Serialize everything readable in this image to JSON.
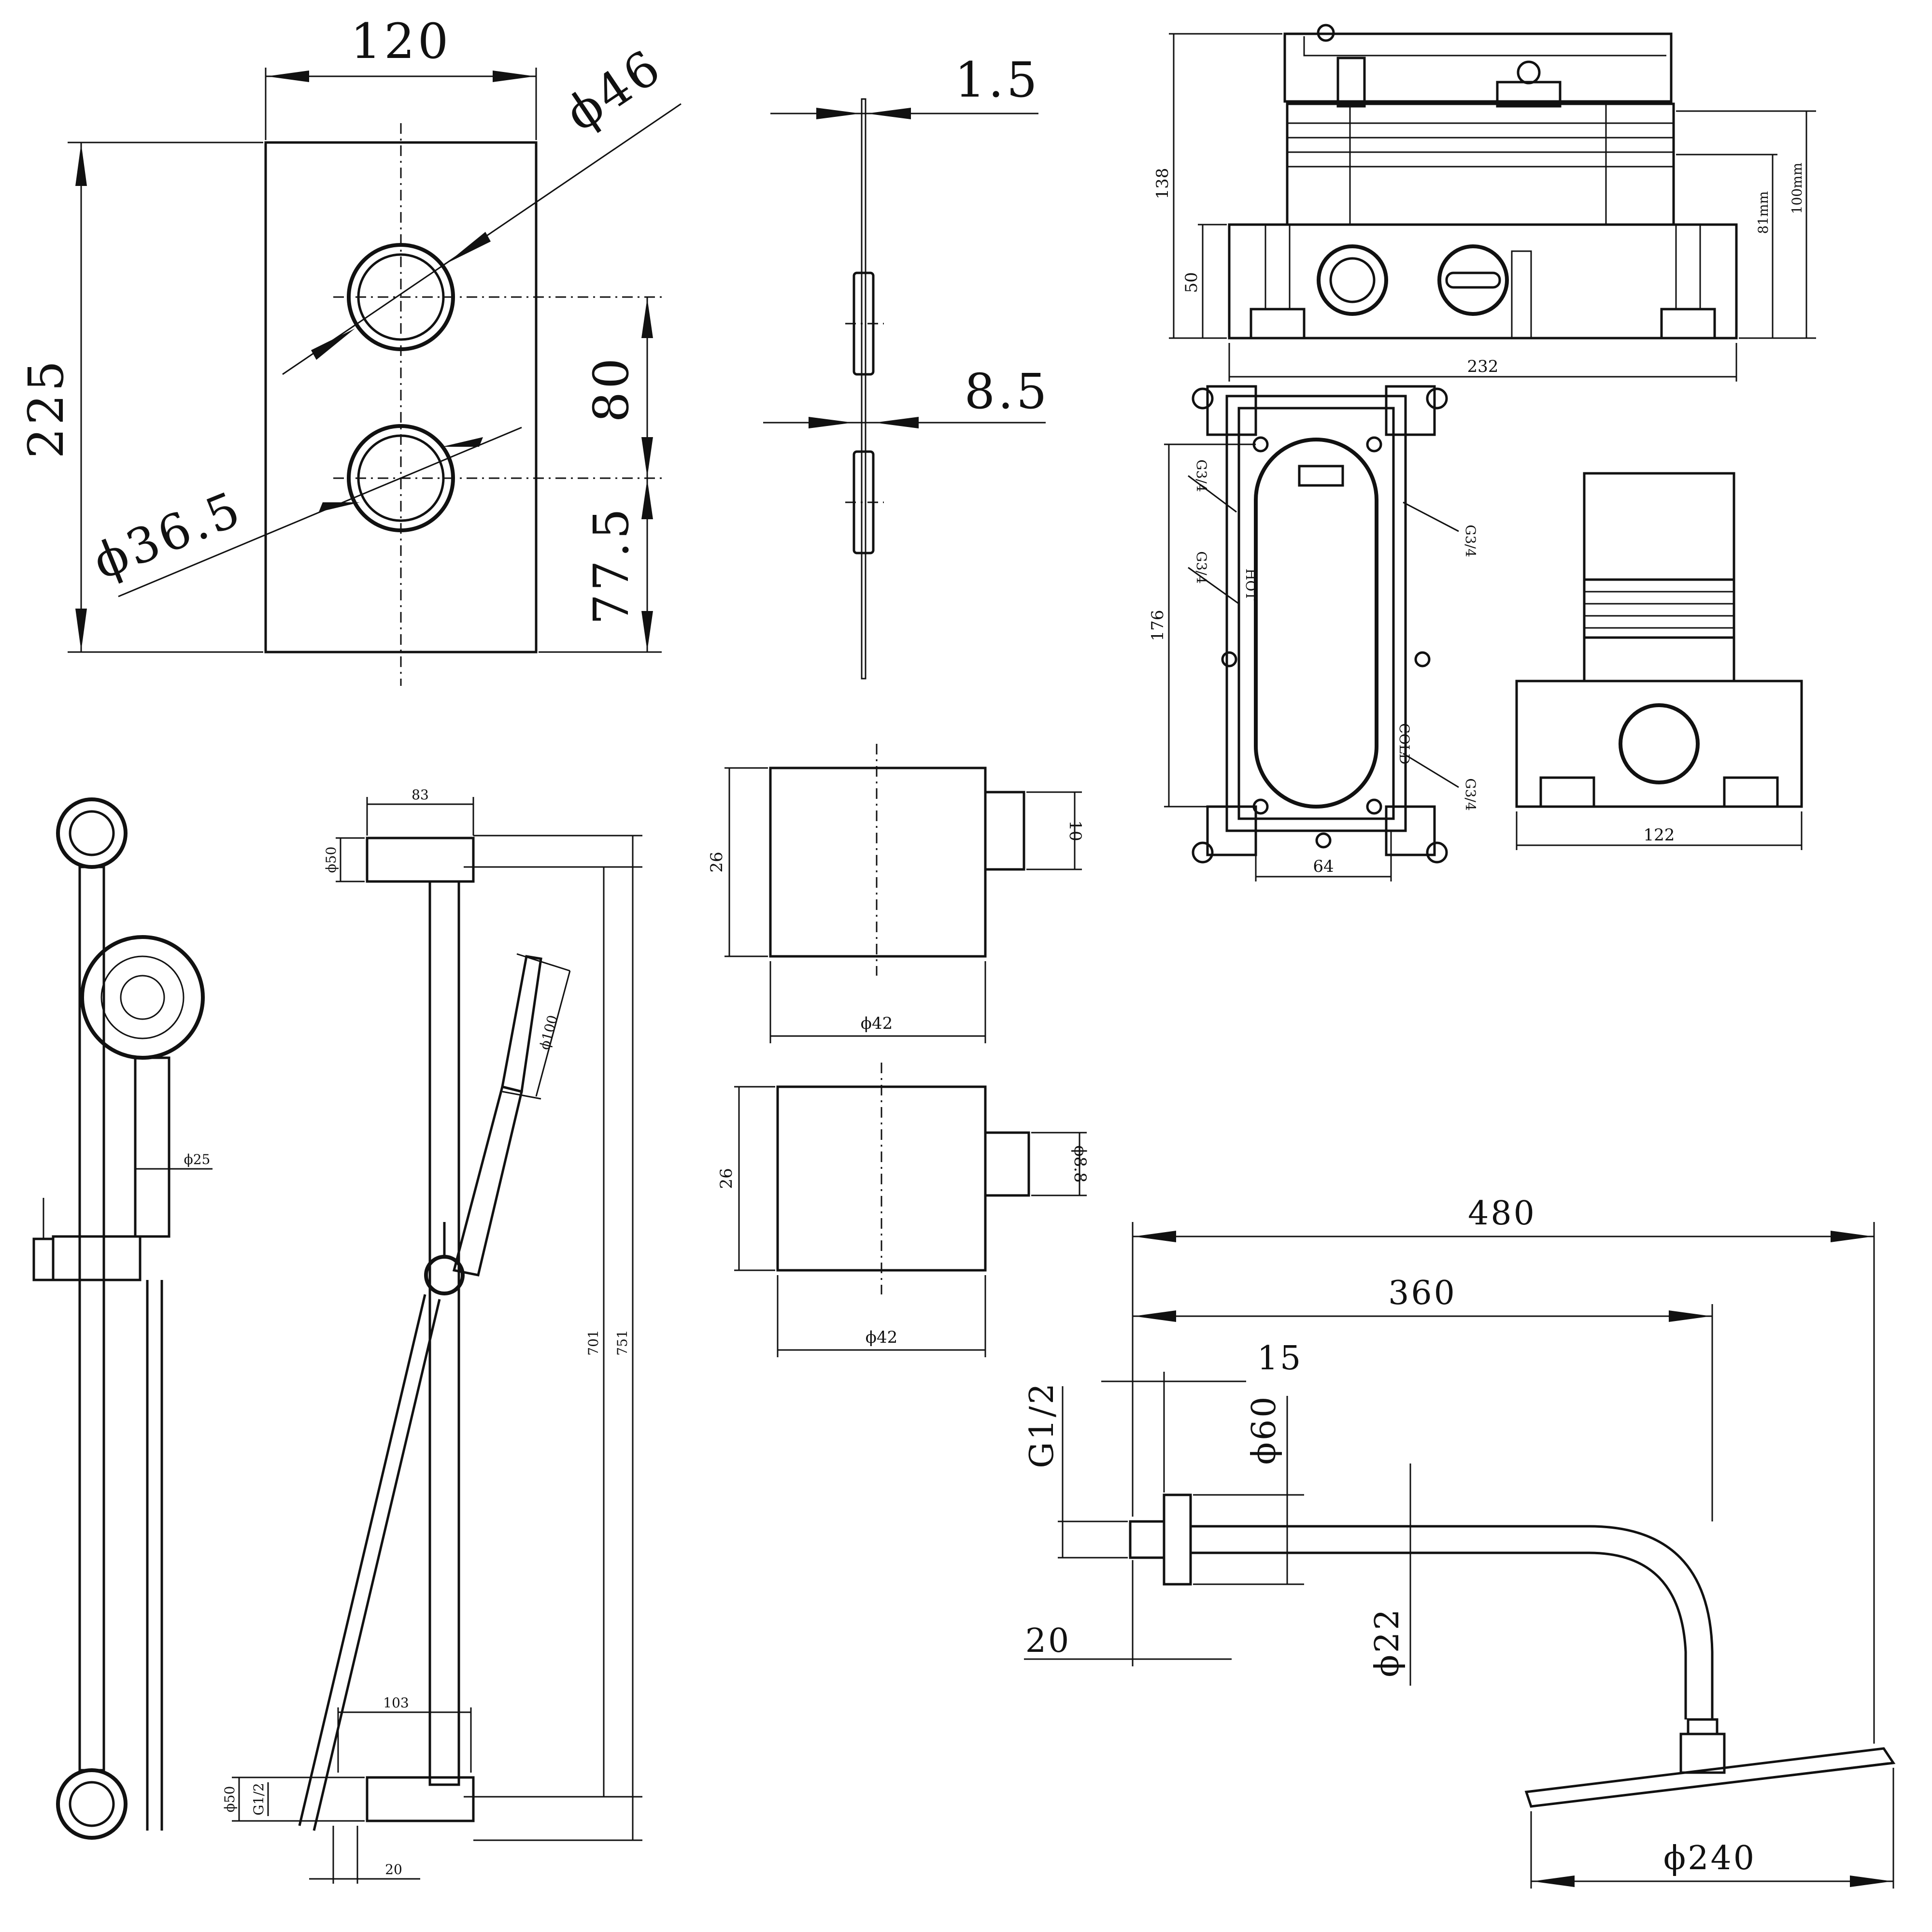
{
  "faceplate": {
    "width": "120",
    "height": "225",
    "outer_dia": "ϕ46",
    "inner_dia": "ϕ36.5",
    "spacing": "80",
    "lower_offset": "77.5"
  },
  "plate_side": {
    "plate_thickness": "1.5",
    "handle_depth": "8.5"
  },
  "valve_body": {
    "height": "138",
    "base_height": "50",
    "width": "232",
    "dim_81": "81mm",
    "dim_100": "100mm"
  },
  "mounting_frame": {
    "height": "176",
    "bottom_width": "64",
    "port_labels": [
      "G3/4",
      "G3/4",
      "G3/4",
      "G3/4"
    ],
    "hot_label": "HOT",
    "cold_label": "COLD"
  },
  "valve_side": {
    "width": "122"
  },
  "rail_kit": {
    "top_bracket_length": "83",
    "bracket_dia_top": "ϕ50",
    "handset_dia": "ϕ100",
    "hose_dia": "ϕ25",
    "rail_length": "701",
    "overall_length": "751",
    "bottom_offset": "103",
    "bracket_dia_bottom": "ϕ50",
    "inlet_thread": "G1/2",
    "inlet_length": "20"
  },
  "elbow_top": {
    "height": "26",
    "outlet": "10",
    "dia": "ϕ42"
  },
  "elbow_bottom": {
    "height": "26",
    "outlet": "ϕ8.8",
    "dia": "ϕ42"
  },
  "shower_arm": {
    "overall": "480",
    "reach": "360",
    "flange_depth": "15",
    "flange_dia": "ϕ60",
    "thread": "G1/2",
    "thread_length": "20",
    "arm_dia": "ϕ22",
    "head_dia": "ϕ240"
  }
}
